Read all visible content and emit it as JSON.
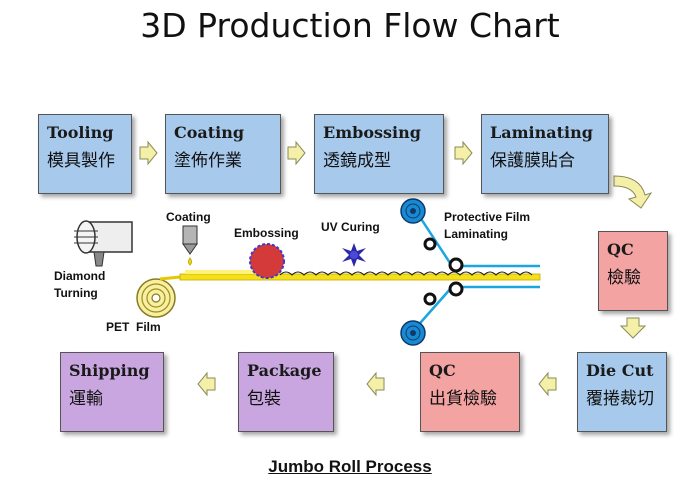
{
  "title": "3D Production Flow Chart",
  "colors": {
    "process_box": "#a7c9ec",
    "qc_box": "#f4a3a3",
    "finish_box": "#c9a6df",
    "arrow": "#f5f0a8"
  },
  "steps": {
    "tooling": {
      "en": "Tooling",
      "zh": "模具製作"
    },
    "coating": {
      "en": "Coating",
      "zh": "塗佈作業"
    },
    "embossing": {
      "en": "Embossing",
      "zh": "透鏡成型"
    },
    "laminating": {
      "en": "Laminating",
      "zh": "保護膜貼合"
    },
    "qc1": {
      "en": "QC",
      "zh": "檢驗"
    },
    "diecut": {
      "en": "Die Cut",
      "zh": "覆捲裁切"
    },
    "qc2": {
      "en": "QC",
      "zh": "出貨檢驗"
    },
    "package": {
      "en": "Package",
      "zh": "包裝"
    },
    "shipping": {
      "en": "Shipping",
      "zh": "運輸"
    }
  },
  "process_labels": {
    "coating": "Coating",
    "embossing": "Embossing",
    "uv_curing": "UV Curing",
    "protective_film_1": "Protective Film",
    "protective_film_2": "Laminating",
    "diamond_turning_1": "Diamond",
    "diamond_turning_2": "Turning",
    "pet_film": "PET  Film"
  },
  "caption": "Jumbo Roll Process"
}
